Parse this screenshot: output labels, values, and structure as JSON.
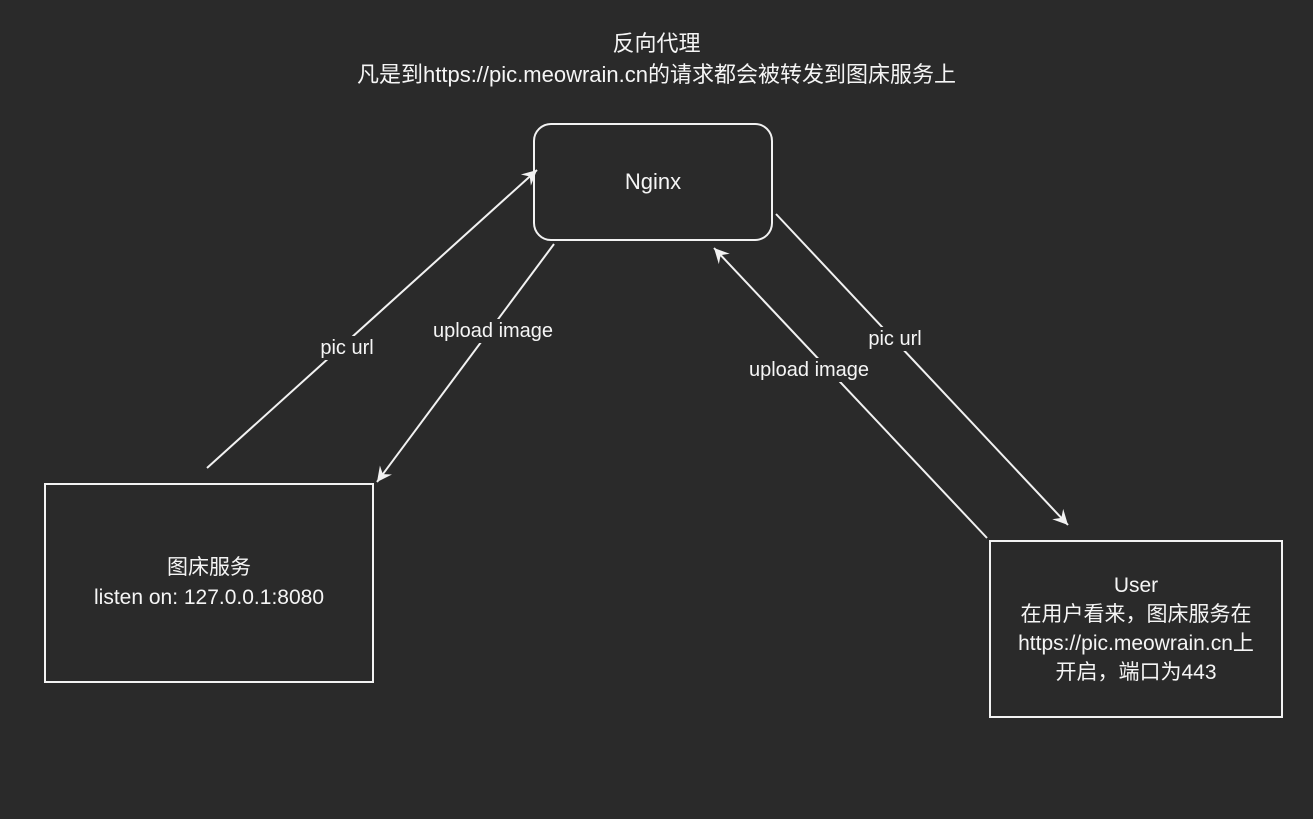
{
  "diagram": {
    "title": "反向代理",
    "subtitle": "凡是到https://pic.meowrain.cn的请求都会被转发到图床服务上",
    "nodes": {
      "nginx": {
        "label": "Nginx"
      },
      "image_service": {
        "title": "图床服务",
        "subtitle": "listen on: 127.0.0.1:8080"
      },
      "user": {
        "title": "User",
        "line1": "在用户看来，图床服务在",
        "line2": "https://pic.meowrain.cn上",
        "line3": "开启，端口为443"
      }
    },
    "edges": {
      "pic_url_left": {
        "label": "pic url"
      },
      "upload_left": {
        "label": "upload image"
      },
      "upload_right": {
        "label": "upload image"
      },
      "pic_url_right": {
        "label": "pic url"
      }
    },
    "colors": {
      "background": "#2a2a2a",
      "stroke": "#f2f2f2",
      "text": "#f5f5f5"
    }
  }
}
